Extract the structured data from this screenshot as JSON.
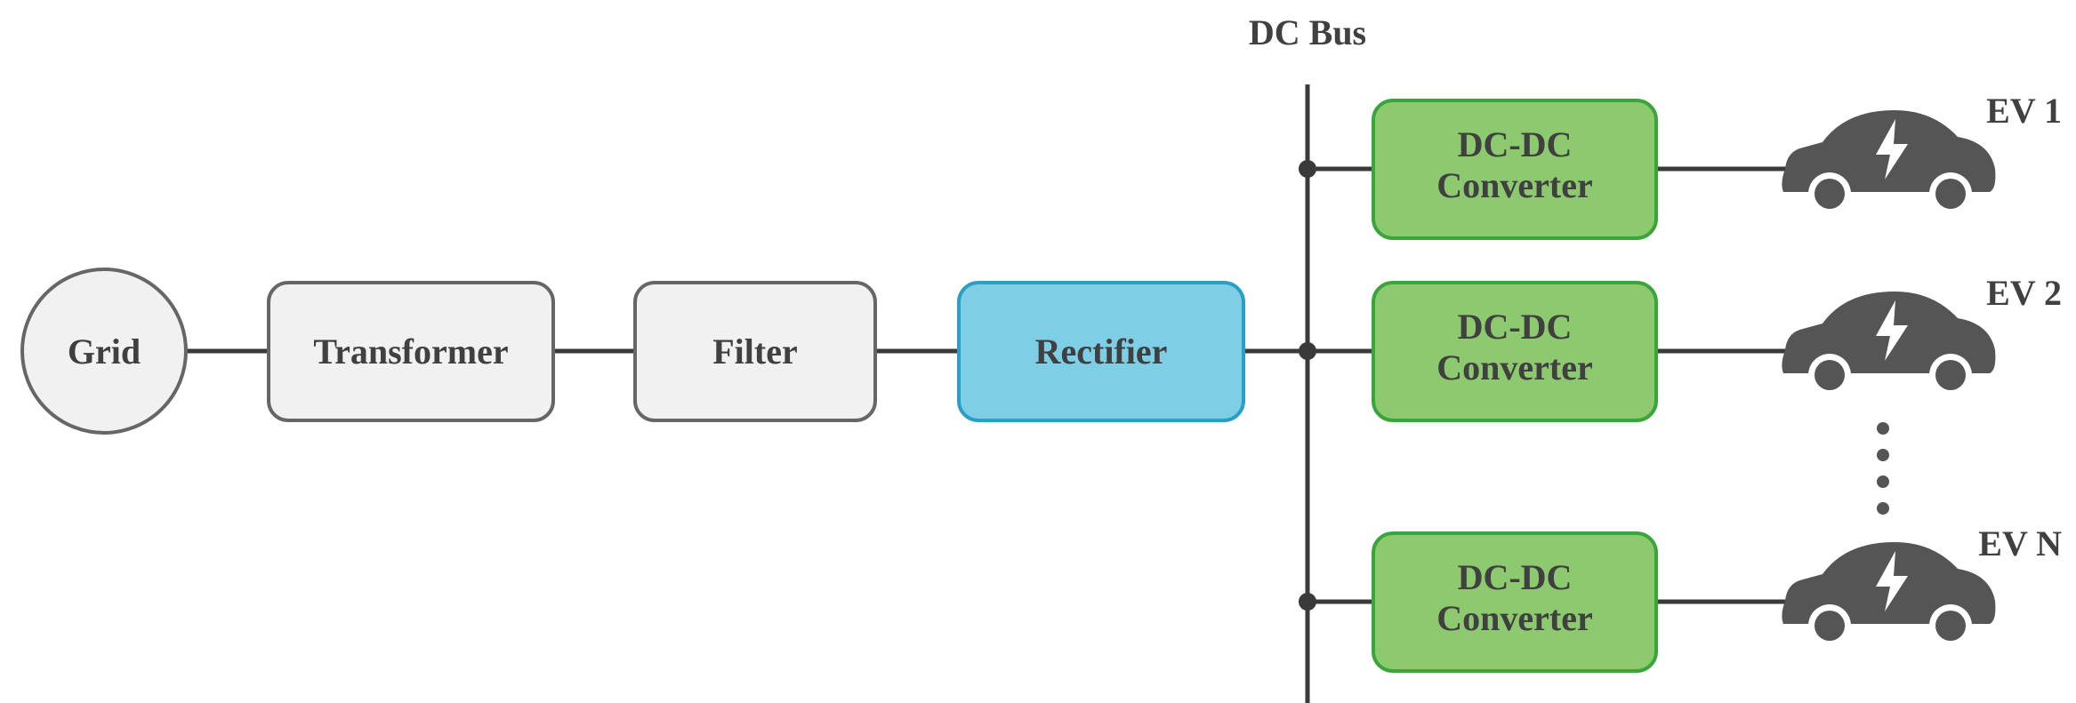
{
  "bus_label": "DC Bus",
  "chain": [
    {
      "id": "grid",
      "label": "Grid"
    },
    {
      "id": "transformer",
      "label": "Transformer"
    },
    {
      "id": "filter",
      "label": "Filter"
    },
    {
      "id": "rectifier",
      "label": "Rectifier"
    }
  ],
  "converters": [
    {
      "line1": "DC-DC",
      "line2": "Converter",
      "ev_label": "EV 1"
    },
    {
      "line1": "DC-DC",
      "line2": "Converter",
      "ev_label": "EV 2"
    },
    {
      "line1": "DC-DC",
      "line2": "Converter",
      "ev_label": "EV N"
    }
  ],
  "ellipsis_dots": 4,
  "colors": {
    "line": "#3a3a3a",
    "neutral_fill": "#f1f1f1",
    "neutral_stroke": "#666666",
    "rectifier_fill": "#7ecfe6",
    "rectifier_stroke": "#2a9ec4",
    "converter_fill": "#8dc96e",
    "converter_stroke": "#3aa53a",
    "car": "#555555",
    "text": "#404040"
  }
}
